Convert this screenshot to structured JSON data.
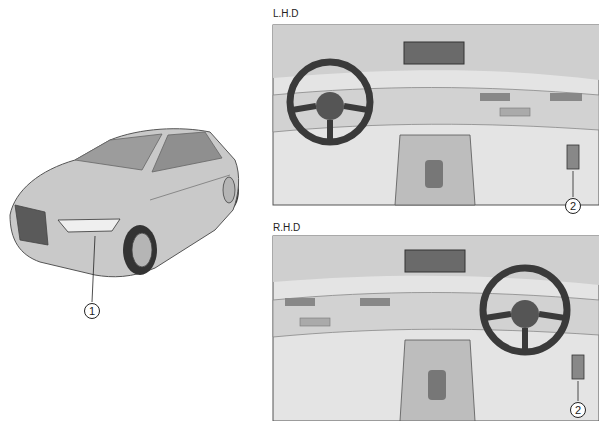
{
  "diagram": {
    "labels": [
      "1",
      "L.H.D",
      "2",
      "R.H.D",
      "2"
    ]
  }
}
